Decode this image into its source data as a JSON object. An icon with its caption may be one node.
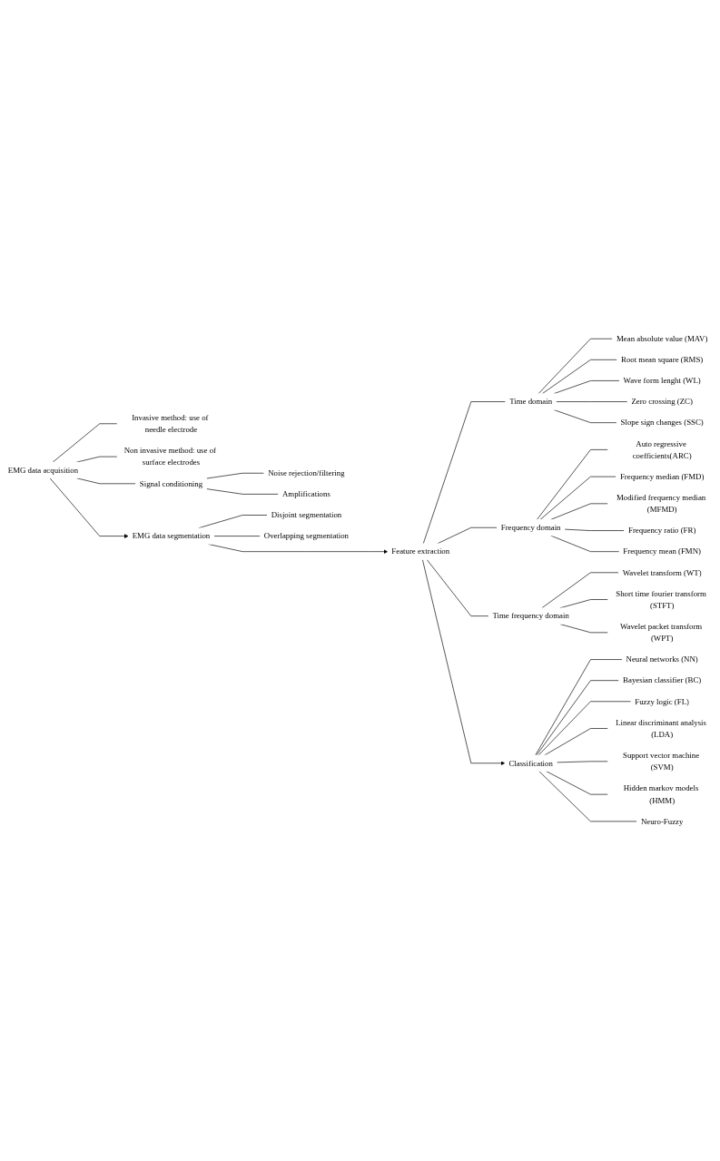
{
  "diagram": {
    "nodes": [
      {
        "text": [
          "EMG data acquisition"
        ]
      },
      {
        "text": [
          "Invasive method: use of needle electrode"
        ]
      },
      {
        "text": [
          "Non invasive method: use of surface electrodes"
        ]
      },
      {
        "text": [
          "Signal conditioning"
        ]
      },
      {
        "text": [
          "Noise rejection/filtering"
        ]
      },
      {
        "text": [
          "Amplifications"
        ]
      },
      {
        "text": [
          "EMG data segmentation"
        ]
      },
      {
        "text": [
          "Disjoint segmentation"
        ]
      },
      {
        "text": [
          "Overlapping segmentation"
        ]
      },
      {
        "text": [
          "Feature extraction"
        ]
      },
      {
        "text": [
          "Time domain"
        ]
      },
      {
        "text": [
          "Mean absolute value (MAV)"
        ]
      },
      {
        "text": [
          "Root mean square (RMS)"
        ]
      },
      {
        "text": [
          "Wave form lenght (WL)"
        ]
      },
      {
        "text": [
          "Zero crossing (ZC)"
        ]
      },
      {
        "text": [
          "Slope sign changes (SSC)"
        ]
      },
      {
        "text": [
          "Frequency domain"
        ]
      },
      {
        "text": [
          "Auto regressive coefficients(ARC)"
        ]
      },
      {
        "text": [
          "Frequency median (FMD)"
        ]
      },
      {
        "text": [
          "Modified frequency median (MFMD)"
        ]
      },
      {
        "text": [
          "Frequency ratio (FR)"
        ]
      },
      {
        "text": [
          "Frequency mean (FMN)"
        ]
      },
      {
        "text": [
          "Time frequency domain"
        ]
      },
      {
        "text": [
          "Wavelet transform (WT)"
        ]
      },
      {
        "text": [
          "Short time fourier transform (STFT)"
        ]
      },
      {
        "text": [
          "Wavelet packet transform (WPT)"
        ]
      },
      {
        "text": [
          "Classification"
        ]
      },
      {
        "text": [
          "Neural networks (NN)"
        ]
      },
      {
        "text": [
          "Bayesian classifier (BC)"
        ]
      },
      {
        "text": [
          "Fuzzy logic (FL)"
        ]
      },
      {
        "text": [
          "Linear discriminant analysis (LDA)"
        ]
      },
      {
        "text": [
          "Support vector machine (SVM)"
        ]
      },
      {
        "text": [
          "Hidden markov models (HMM)"
        ]
      },
      {
        "text": [
          "Neuro-Fuzzy"
        ]
      }
    ],
    "edges": [
      {
        "from": 0,
        "to": 1,
        "arrow": "none"
      },
      {
        "from": 0,
        "to": 2,
        "arrow": "none"
      },
      {
        "from": 0,
        "to": 3,
        "arrow": "none"
      },
      {
        "from": 3,
        "to": 4,
        "arrow": "none"
      },
      {
        "from": 3,
        "to": 5,
        "arrow": "none"
      },
      {
        "from": 0,
        "to": 6,
        "arrow": "to"
      },
      {
        "from": 6,
        "to": 7,
        "arrow": "none"
      },
      {
        "from": 6,
        "to": 8,
        "arrow": "none"
      },
      {
        "from": 6,
        "to": 9,
        "arrow": "to"
      },
      {
        "from": 9,
        "to": 10,
        "arrow": "none"
      },
      {
        "from": 10,
        "to": 11,
        "arrow": "none"
      },
      {
        "from": 10,
        "to": 12,
        "arrow": "none"
      },
      {
        "from": 10,
        "to": 13,
        "arrow": "none"
      },
      {
        "from": 10,
        "to": 14,
        "arrow": "none"
      },
      {
        "from": 10,
        "to": 15,
        "arrow": "none"
      },
      {
        "from": 9,
        "to": 16,
        "arrow": "none"
      },
      {
        "from": 16,
        "to": 17,
        "arrow": "none"
      },
      {
        "from": 16,
        "to": 18,
        "arrow": "none"
      },
      {
        "from": 16,
        "to": 19,
        "arrow": "none"
      },
      {
        "from": 16,
        "to": 20,
        "arrow": "none"
      },
      {
        "from": 16,
        "to": 21,
        "arrow": "none"
      },
      {
        "from": 9,
        "to": 22,
        "arrow": "none"
      },
      {
        "from": 22,
        "to": 23,
        "arrow": "none"
      },
      {
        "from": 22,
        "to": 24,
        "arrow": "none"
      },
      {
        "from": 22,
        "to": 25,
        "arrow": "none"
      },
      {
        "from": 9,
        "to": 26,
        "arrow": "to"
      },
      {
        "from": 26,
        "to": 27,
        "arrow": "none"
      },
      {
        "from": 26,
        "to": 28,
        "arrow": "none"
      },
      {
        "from": 26,
        "to": 29,
        "arrow": "none"
      },
      {
        "from": 26,
        "to": 30,
        "arrow": "none"
      },
      {
        "from": 26,
        "to": 31,
        "arrow": "none"
      },
      {
        "from": 26,
        "to": 32,
        "arrow": "none"
      },
      {
        "from": 26,
        "to": 33,
        "arrow": "none"
      }
    ]
  }
}
